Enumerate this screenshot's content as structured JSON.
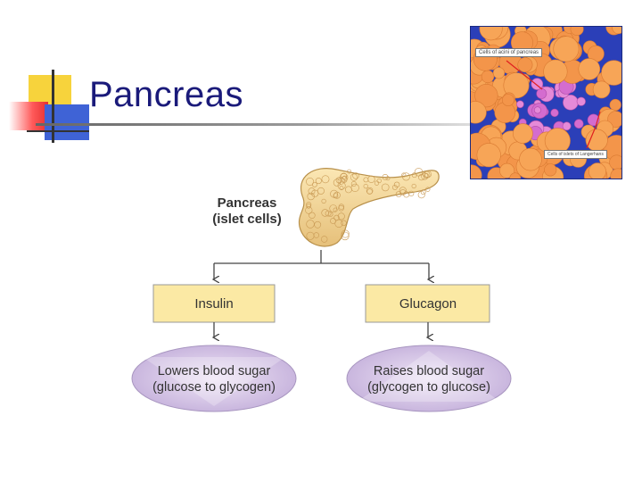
{
  "slide": {
    "title": "Pancreas"
  },
  "photo": {
    "label_top": "Cells of acini of pancreas",
    "label_bottom": "Cells of islets of Langerhans"
  },
  "diagram": {
    "organ_label_line1": "Pancreas",
    "organ_label_line2": "(islet cells)",
    "left_box": "Insulin",
    "right_box": "Glucagon",
    "left_effect_line1": "Lowers blood sugar",
    "left_effect_line2": "(glucose to glycogen)",
    "right_effect_line1": "Raises blood sugar",
    "right_effect_line2": "(glycogen to glucose)"
  },
  "colors": {
    "title": "#1a1a7a",
    "hormone_box_fill": "#fbe9a4",
    "effect_ellipse_fill": "#d7c8e6",
    "arrow": "#444444"
  }
}
